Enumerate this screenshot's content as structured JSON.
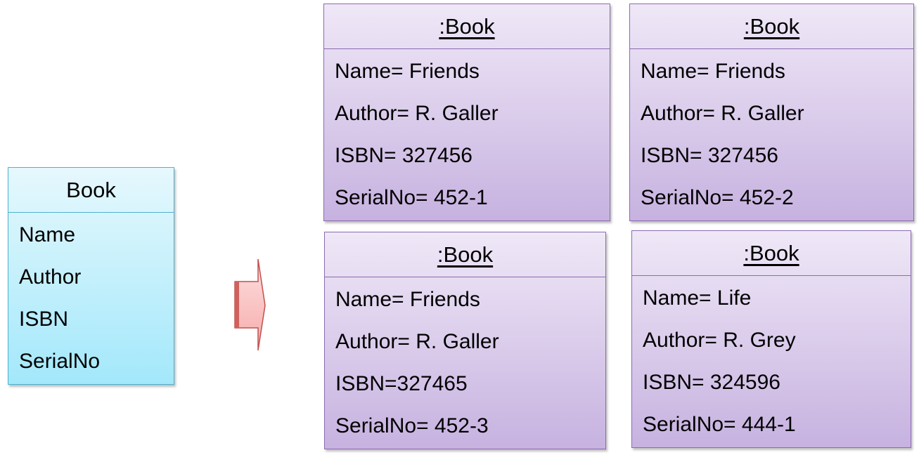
{
  "class_box": {
    "title": "Book",
    "attributes": [
      "Name",
      "Author",
      "ISBN",
      "SerialNo"
    ]
  },
  "objects": [
    {
      "title": ":Book",
      "attributes": [
        "Name= Friends",
        "Author= R. Galler",
        "ISBN= 327456",
        "SerialNo= 452-1"
      ]
    },
    {
      "title": ":Book",
      "attributes": [
        "Name= Friends",
        "Author= R. Galler",
        "ISBN= 327456",
        "SerialNo= 452-2"
      ]
    },
    {
      "title": ":Book",
      "attributes": [
        "Name= Friends",
        "Author= R. Galler",
        "ISBN=327465",
        "SerialNo= 452-3"
      ]
    },
    {
      "title": ":Book",
      "attributes": [
        "Name= Life",
        "Author= R. Grey",
        "ISBN= 324596",
        "SerialNo= 444-1"
      ]
    }
  ],
  "colors": {
    "class_border": "#4fb2cf",
    "object_border": "#8c6bb1",
    "arrow": "#f7a9a9"
  }
}
